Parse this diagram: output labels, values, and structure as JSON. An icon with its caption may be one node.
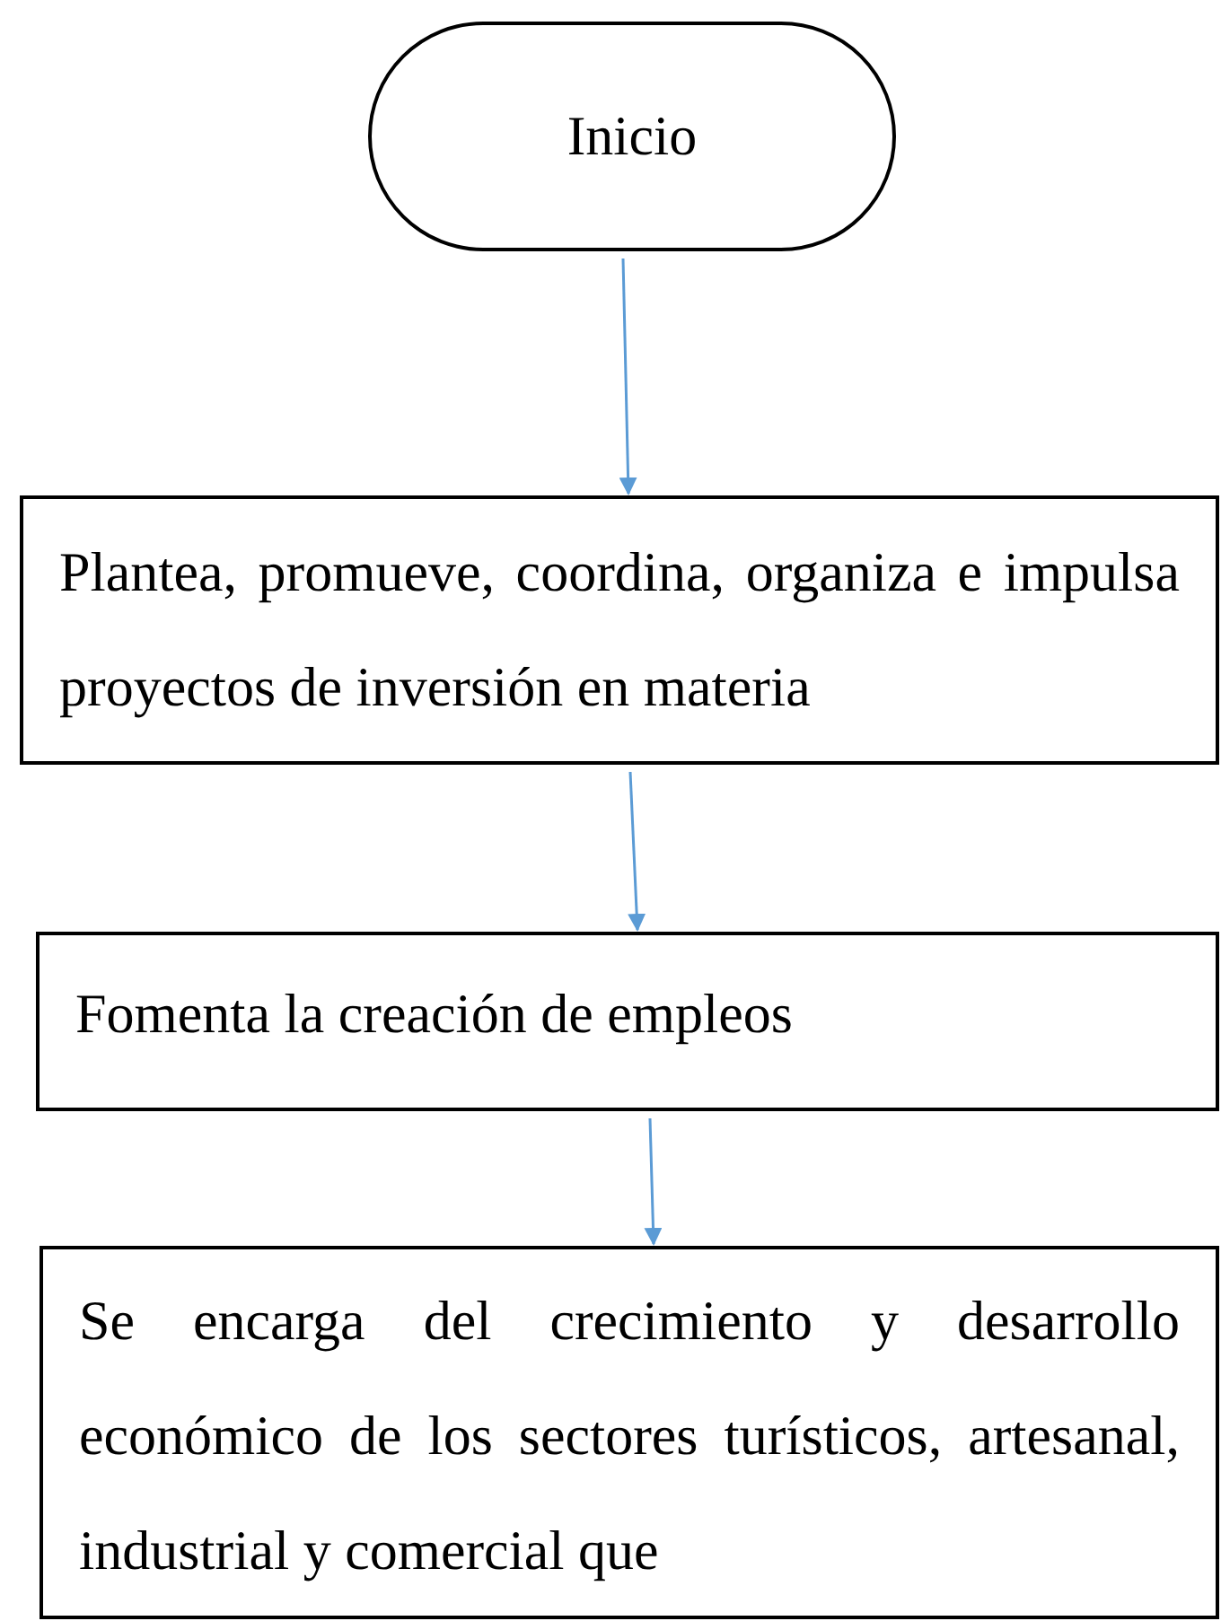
{
  "diagram": {
    "nodes": [
      {
        "text": [
          "Inicio"
        ]
      },
      {
        "text": [
          "Plantea, promueve, coordina, organiza e impulsa proyectos de inversión en materia"
        ]
      },
      {
        "text": [
          "Fomenta la creación de empleos"
        ]
      },
      {
        "text": [
          "Se encarga del crecimiento y desarrollo económico de los sectores turísticos, artesanal, industrial y comercial que"
        ]
      }
    ],
    "edges": [
      {
        "from": 0,
        "to": 1,
        "arrow": "to",
        "color": "#5b9bd5"
      },
      {
        "from": 1,
        "to": 2,
        "arrow": "to",
        "color": "#5b9bd5"
      },
      {
        "from": 2,
        "to": 3,
        "arrow": "to",
        "color": "#5b9bd5"
      }
    ]
  }
}
